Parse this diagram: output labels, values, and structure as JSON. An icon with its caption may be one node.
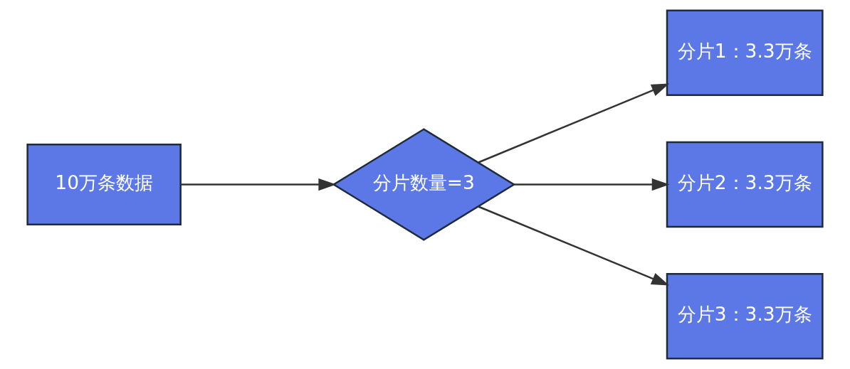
{
  "diagram": {
    "nodes": [
      {
        "text": [
          "10万条数据"
        ]
      },
      {
        "text": [
          "分片数量=3"
        ]
      },
      {
        "text": [
          "分片1：3.3万条"
        ]
      },
      {
        "text": [
          "分片2：3.3万条"
        ]
      },
      {
        "text": [
          "分片3：3.3万条"
        ]
      }
    ],
    "edges": [
      {
        "from": 0,
        "to": 1,
        "arrow": "to"
      },
      {
        "from": 1,
        "to": 2,
        "arrow": "to"
      },
      {
        "from": 1,
        "to": 3,
        "arrow": "to"
      },
      {
        "from": 1,
        "to": 4,
        "arrow": "to"
      }
    ]
  }
}
